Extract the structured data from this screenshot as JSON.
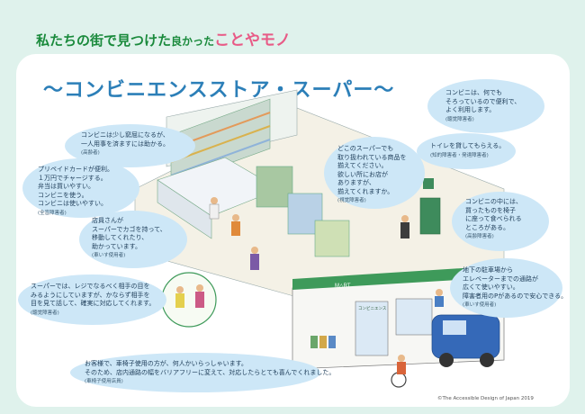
{
  "header": {
    "part1": "私たちの街で見つけた",
    "part2": "良かった",
    "part3": "ことやモノ"
  },
  "main_title": "〜コンビニエンスストア・スーパー〜",
  "notes": [
    {
      "id": "n1",
      "text": "コンビニは、何でも\nそろっているので便利で、\nよく利用します。",
      "source": "(聴覚障害者)"
    },
    {
      "id": "n2",
      "text": "コンビニは少し窮屈になるが、\n一人用事を済ますには助かる。",
      "source": "(高齢者)"
    },
    {
      "id": "n3",
      "text": "どこのスーパーでも\n取り扱われている商品を\n揃えてください。\n欲しい所にお店が\nありますが、\n揃えてくれますか。",
      "source": "(視覚障害者)"
    },
    {
      "id": "n4",
      "text": "トイレを貸してもらえる。",
      "source": "(知的障害者・発達障害者)"
    },
    {
      "id": "n5",
      "text": "プリペイドカードが便利。\n１万円でチャージする。\n弁当は買いやすい。\nコンビニを使う。\nコンビニは使いやすい。",
      "source": "(全盲障害者)"
    },
    {
      "id": "n6",
      "text": "店員さんが\nスーパーでカゴを持って、\n移動してくれたり、\n助かっています。",
      "source": "(車いす使用者)"
    },
    {
      "id": "n7",
      "text": "コンビニの中には、\n買ったものを椅子\nに座って食べられる\nところがある。",
      "source": "(高齢障害者)"
    },
    {
      "id": "n8",
      "text": "スーパーでは、レジでなるべく相手の目を\nみるようにしていますが、かならず相手を\n目を見て話して、確実に対応してくれます。",
      "source": "(聴覚障害者)"
    },
    {
      "id": "n9",
      "text": "地下の駐車場から\nエレベーターまでの通路が\n広くて使いやすい。\n障害者用のPがあるので安心できる。",
      "source": "(車いす使用者)"
    },
    {
      "id": "n10",
      "text": "お客様で、車椅子使用の方が、何人かいらっしゃいます。\nそのため、店内通路の幅をバリアフリーに変えて、対応したらとても喜んでくれました。",
      "source": "(車椅子使用店員)"
    }
  ],
  "store_sign": "M△RT",
  "store_banner": "コンビニエンス",
  "copyright": "©The Accessible Design of Japan 2019",
  "colors": {
    "background": "#dff2ec",
    "bubble": "#cde7f7",
    "accent_green": "#1a8a3c",
    "accent_pink": "#e85a86",
    "title_blue": "#2c7fb8",
    "car": "#3569b8"
  }
}
